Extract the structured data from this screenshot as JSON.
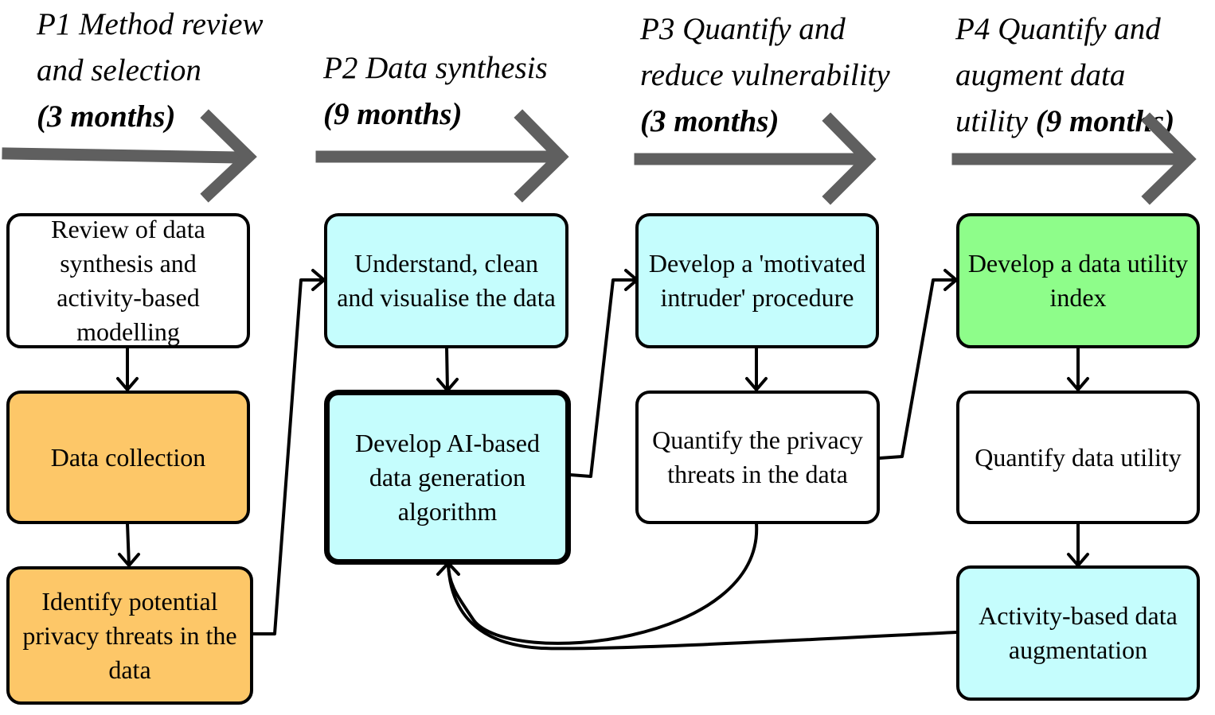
{
  "phases": [
    {
      "line1": "P1 Method review",
      "line2": "and selection",
      "line3": "",
      "duration": "(3 months)"
    },
    {
      "line1": "P2 Data synthesis",
      "line2": "",
      "line3": "",
      "duration": "(9 months)"
    },
    {
      "line1": "P3 Quantify and",
      "line2": "reduce vulnerability",
      "line3": "",
      "duration": "(3 months)"
    },
    {
      "line1": "P4 Quantify and",
      "line2": "augment data",
      "line3": "utility",
      "duration": "(9 months)"
    }
  ],
  "boxes": {
    "review": "Review of data synthesis and activity-based modelling",
    "collection": "Data collection",
    "identify_threats": "Identify potential privacy threats in the data",
    "understand": "Understand, clean and visualise the data",
    "develop_ai": "Develop AI-based data generation algorithm",
    "motivated_intruder": "Develop a 'motivated intruder' procedure",
    "quantify_threats": "Quantify the privacy threats in the data",
    "utility_index": "Develop a data utility index",
    "quantify_utility": "Quantify data utility",
    "augmentation": "Activity-based data augmentation"
  },
  "colors": {
    "orange": "#fdc768",
    "cyan": "#c5fdfd",
    "green": "#8efd8a",
    "arrow_gray": "#5f5f5f"
  }
}
